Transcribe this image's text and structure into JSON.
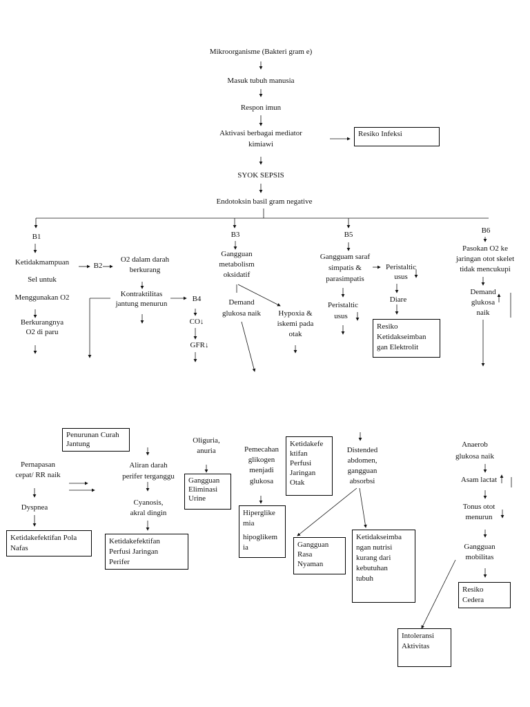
{
  "nodes": {
    "mikro": "Mikroorganisme (Bakteri gram e)",
    "masuk": "Masuk tubuh manusia",
    "respon": "Respon imun",
    "aktivasi1": "Aktivasi berbagai mediator",
    "aktivasi2": "kimiawi",
    "syok": "SYOK SEPSIS",
    "endotoksin": "Endotoksin basil gram negative",
    "b1": "B1",
    "b2": "B2",
    "b3": "B3",
    "b4": "B4",
    "b5": "B5",
    "b6": "B6",
    "ketidak1": "Ketidakmampuan",
    "sel": "Sel untuk",
    "menggunakan": "Menggunakan O2",
    "berkurang1": "Berkurangnya",
    "berkurang2": "O2 di paru",
    "o2darah1": "O2 dalam darah",
    "o2darah2": "berkurang",
    "kontrak1": "Kontraktilitas",
    "kontrak2": "jantung menurun",
    "co": "CO↓",
    "gfr": "GFR↓",
    "gang_meta1": "Gangguan",
    "gang_meta2": "metabolism",
    "gang_meta3": "oksidatif",
    "demand1": "Demand",
    "demand2": "glukosa naik",
    "hypoxia1": "Hypoxia &",
    "hypoxia2": "iskemi pada",
    "hypoxia3": "otak",
    "saraf1": "Gangguam saraf",
    "saraf2": "simpatis &",
    "saraf3": "parasimpatis",
    "peri_a1": "Peristaltic",
    "peri_a2": "usus",
    "peri_b1": "Peristaltic",
    "peri_b2": "usus",
    "diare": "Diare",
    "pasokan1": "Pasokan O2 ke",
    "pasokan2": "jaringan otot skelet",
    "pasokan3": "tidak mencukupi",
    "d6_1": "Demand",
    "d6_2": "glukosa",
    "d6_3": "naik",
    "pernapasan1": "Pernapasan",
    "pernapasan2": "cepat/ RR naik",
    "dyspnea": "Dyspnea",
    "aliran1": "Aliran darah",
    "aliran2": "perifer terganggu",
    "cyanosis1": "Cyanosis,",
    "cyanosis2": "akral dingin",
    "oliguria1": "Oliguria,",
    "oliguria2": "anuria",
    "pemecahan1": "Pemecahan",
    "pemecahan2": "glikogen",
    "pemecahan3": "menjadi",
    "pemecahan4": "glukosa",
    "distended1": "Distended",
    "distended2": "abdomen,",
    "distended3": "gangguan",
    "distended4": "absorbsi",
    "anaerob1": "Anaerob",
    "anaerob2": "glukosa naik",
    "asam": "Asam lactat",
    "tonus1": "Tonus otot",
    "tonus2": "menurun",
    "mobil1": "Gangguan",
    "mobil2": "mobilitas"
  },
  "boxes": {
    "infeksi": "Resiko Infeksi",
    "elektro1": "Resiko",
    "elektro2": "Ketidakseimban",
    "elektro3": "gan Elektrolit",
    "curah1": "Penurunan Curah",
    "curah2": "Jantung",
    "pola1": "Ketidakefektifan Pola",
    "pola2": "Nafas",
    "perifer1": "Ketidakefektifan",
    "perifer2": "Perfusi Jaringan",
    "perifer3": "Perifer",
    "urine1": "Gangguan",
    "urine2": "Eliminasi",
    "urine3": "Urine",
    "otak1": "Ketidakefe",
    "otak2": "ktifan",
    "otak3": "Perfusi",
    "otak4": "Jaringan",
    "otak5": "Otak",
    "hiper1": "Hiperglike",
    "hiper2": "mia",
    "hiper3": "hipoglikem",
    "hiper4": "ia",
    "nyaman1": "Gangguan",
    "nyaman2": "Rasa",
    "nyaman3": "Nyaman",
    "nutrisi1": "Ketidakseimba",
    "nutrisi2": "ngan nutrisi",
    "nutrisi3": "kurang dari",
    "nutrisi4": "kebutuhan",
    "nutrisi5": "tubuh",
    "cedera1": "Resiko",
    "cedera2": "Cedera",
    "intoleransi1": "Intoleransi",
    "intoleransi2": "Aktivitas"
  }
}
